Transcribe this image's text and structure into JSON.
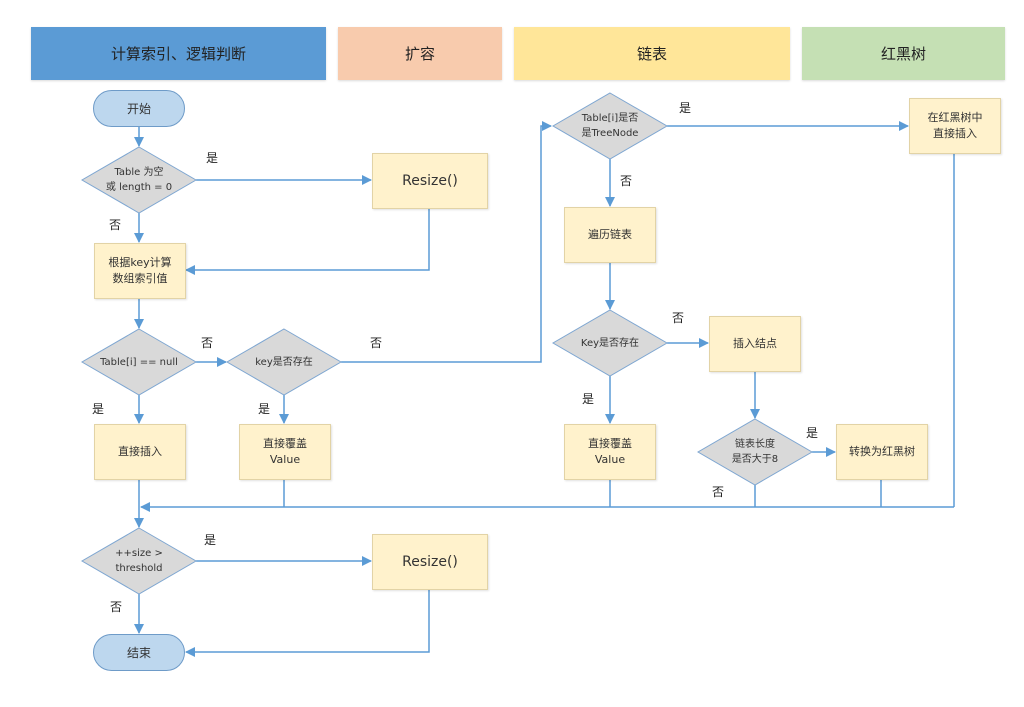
{
  "lanes": [
    {
      "label": "计算索引、逻辑判断",
      "color": "#5b9bd5"
    },
    {
      "label": "扩容",
      "color": "#f8cbad"
    },
    {
      "label": "链表",
      "color": "#ffe699"
    },
    {
      "label": "红黑树",
      "color": "#c5e0b4"
    }
  ],
  "nodes": {
    "start": "开始",
    "table_empty": [
      "Table 为空",
      "或 length = 0"
    ],
    "resize_1": "Resize()",
    "compute_index": [
      "根据key计算",
      "数组索引值"
    ],
    "table_i_null": "Table[i] == null",
    "key_exists_1": "key是否存在",
    "direct_insert": "直接插入",
    "overwrite_1": [
      "直接覆盖",
      "Value"
    ],
    "size_threshold": [
      "++size >",
      "threshold"
    ],
    "resize_2": "Resize()",
    "end": "结束",
    "is_treenode": [
      "Table[i]是否",
      "是TreeNode"
    ],
    "rbtree_insert": [
      "在红黑树中",
      "直接插入"
    ],
    "traverse_list": "遍历链表",
    "key_exists_2": "Key是否存在",
    "insert_node": "插入结点",
    "overwrite_2": [
      "直接覆盖",
      "Value"
    ],
    "length_gt_8": [
      "链表长度",
      "是否大于8"
    ],
    "convert_rbtree": "转换为红黑树"
  },
  "edge_labels": {
    "yes": "是",
    "no": "否"
  },
  "colors": {
    "line": "#5b9bd5",
    "decision_fill": "#d9d9d9",
    "decision_stroke": "#7ea6d1",
    "process_fill": "#fff2cc",
    "terminal_fill": "#bdd7ee"
  }
}
